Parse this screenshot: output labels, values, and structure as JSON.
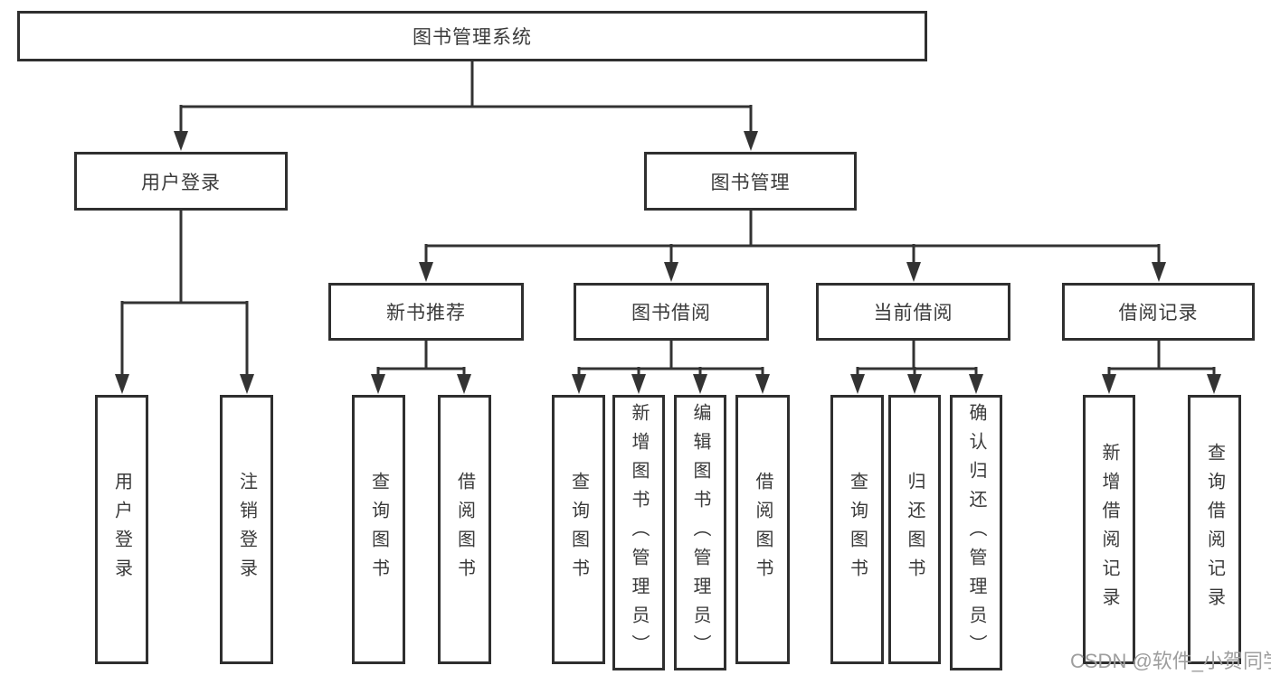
{
  "tree": {
    "label": "图书管理系统",
    "children": [
      {
        "label": "用户登录",
        "children": [
          {
            "label": "用户登录"
          },
          {
            "label": "注销登录"
          }
        ]
      },
      {
        "label": "图书管理",
        "children": [
          {
            "label": "新书推荐",
            "children": [
              {
                "label": "查询图书"
              },
              {
                "label": "借阅图书"
              }
            ]
          },
          {
            "label": "图书借阅",
            "children": [
              {
                "label": "查询图书"
              },
              {
                "label": "新增图书（管理员）"
              },
              {
                "label": "编辑图书（管理员）"
              },
              {
                "label": "借阅图书"
              }
            ]
          },
          {
            "label": "当前借阅",
            "children": [
              {
                "label": "查询图书"
              },
              {
                "label": "归还图书"
              },
              {
                "label": "确认归还（管理员）"
              }
            ]
          },
          {
            "label": "借阅记录",
            "children": [
              {
                "label": "新增借阅记录"
              },
              {
                "label": "查询借阅记录"
              }
            ]
          }
        ]
      }
    ]
  },
  "watermark": "CSDN @软件_小贺同学",
  "colors": {
    "line": "#333333",
    "box_border": "#2f2f2f",
    "text": "#3a3a3a",
    "watermark": "#9e9e9e",
    "background": "#ffffff"
  }
}
